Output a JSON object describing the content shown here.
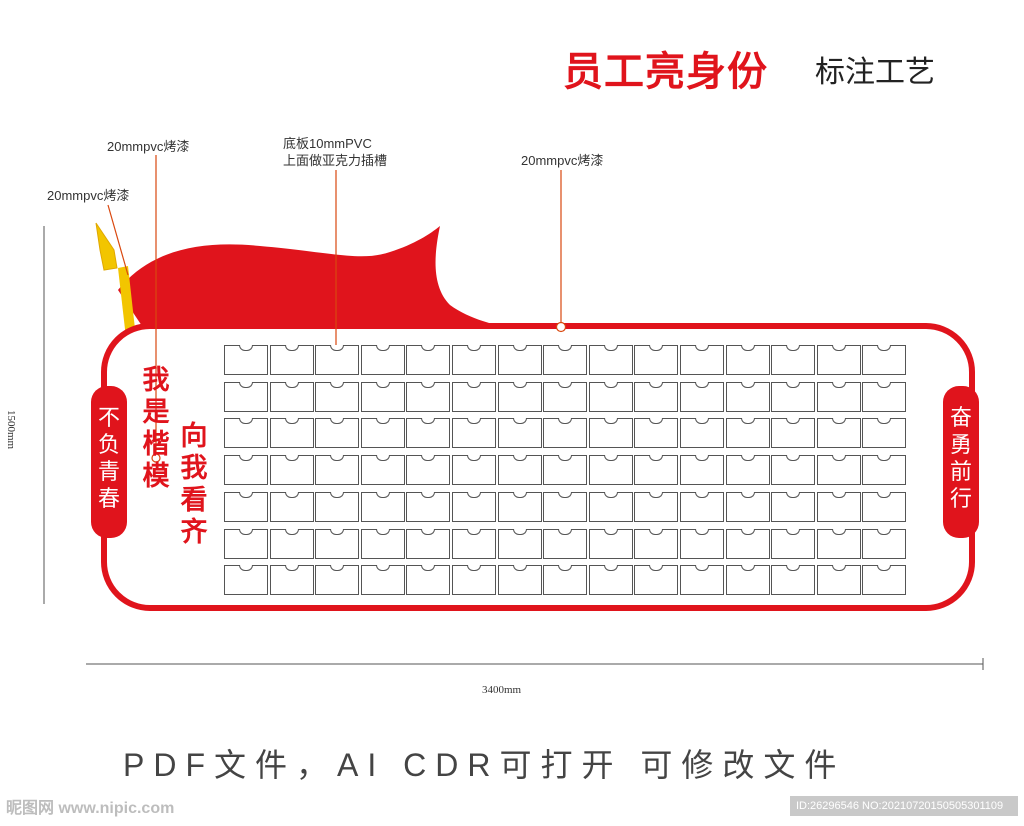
{
  "header": {
    "title": "员工亮身份",
    "subtitle": "标注工艺"
  },
  "annotations": {
    "flag_pole": "20mmpvc烤漆",
    "flag_text": "20mmpvc烤漆",
    "base_line1": "底板10mmPVC",
    "base_line2": "上面做亚克力插槽",
    "frame": "20mmpvc烤漆"
  },
  "board": {
    "rows": 7,
    "columns": 15,
    "slogan_left": "我是楷模",
    "slogan_right": "向我看齐",
    "pill_left": "不负青春",
    "pill_right": "奋勇前行"
  },
  "dimensions": {
    "height": "1500mm",
    "width": "3400mm"
  },
  "footer": {
    "note": "PDF文件，AI  CDR可打开   可修改文件"
  },
  "watermark": {
    "left": "昵图网 www.nipic.com",
    "right": "ID:26296546 NO:20210720150505301109"
  },
  "colors": {
    "brand_red": "#e0141c",
    "flag_gold": "#f2c500",
    "line_orange": "#d9480f"
  }
}
